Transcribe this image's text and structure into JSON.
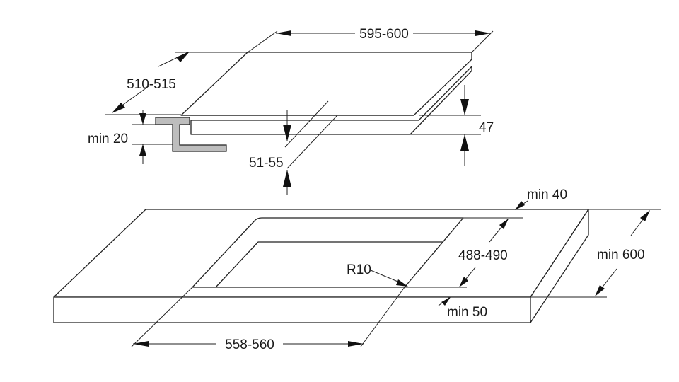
{
  "dimensions": {
    "width": "595-600",
    "depth": "510-515",
    "thickness": "47",
    "offset": "51-55",
    "clearance": "min 20",
    "rear_margin": "min 40",
    "cutout_depth": "488-490",
    "corner_radius": "R10",
    "worktop_depth": "min 600",
    "front_margin": "min 50",
    "cutout_width": "558-560"
  }
}
